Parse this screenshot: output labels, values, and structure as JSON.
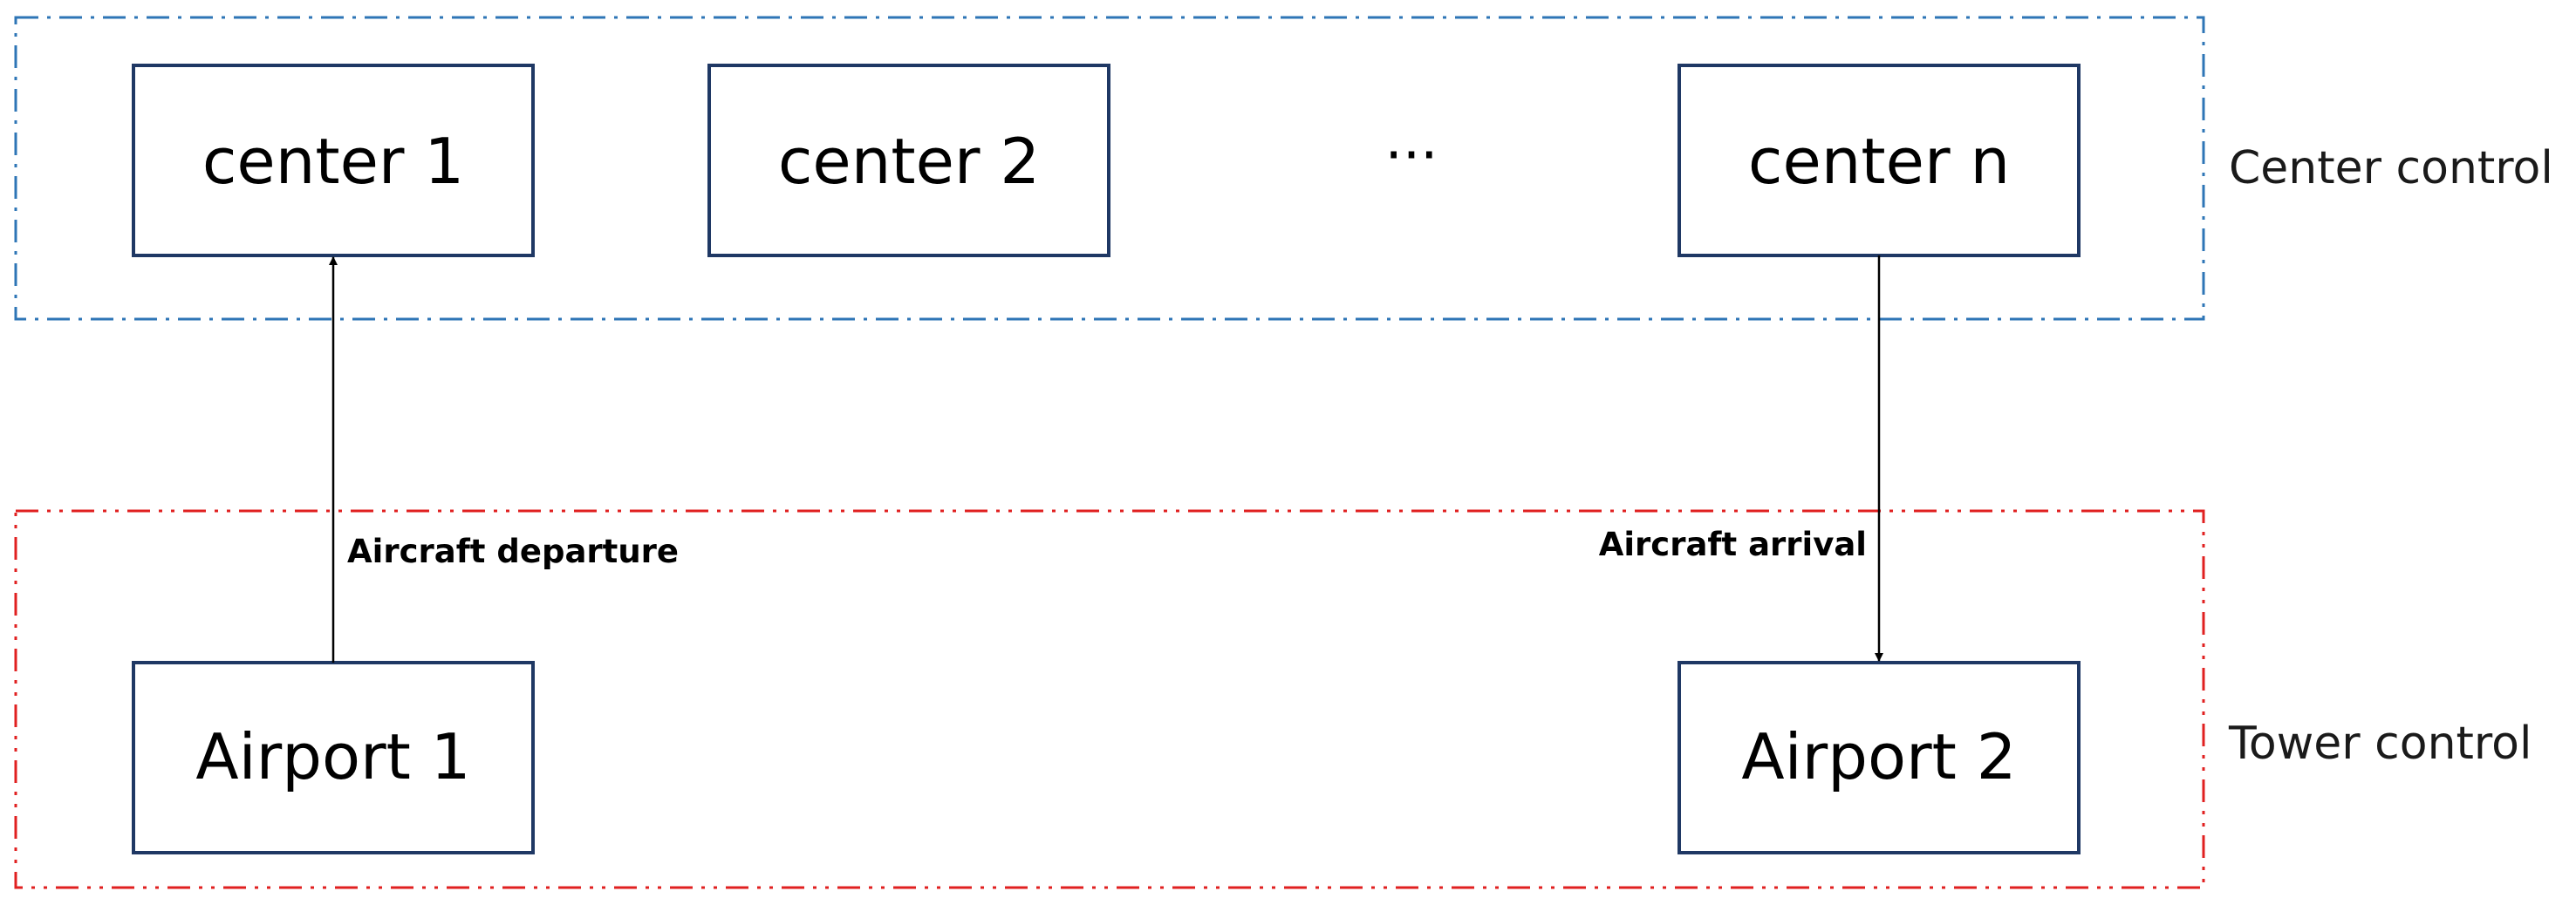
{
  "layers": {
    "center": {
      "label": "Center control",
      "color": "#2e75b6"
    },
    "tower": {
      "label": "Tower control",
      "color": "#e02020"
    }
  },
  "nodes": {
    "center_1": "center 1",
    "center_2": "center 2",
    "ellipsis": "···",
    "center_n": "center n",
    "airport_1": "Airport 1",
    "airport_2": "Airport 2"
  },
  "edges": {
    "departure": {
      "label": "Aircraft departure",
      "from": "Airport 1",
      "to": "center 1"
    },
    "arrival": {
      "label": "Aircraft arrival",
      "from": "center n",
      "to": "Airport 2"
    }
  }
}
